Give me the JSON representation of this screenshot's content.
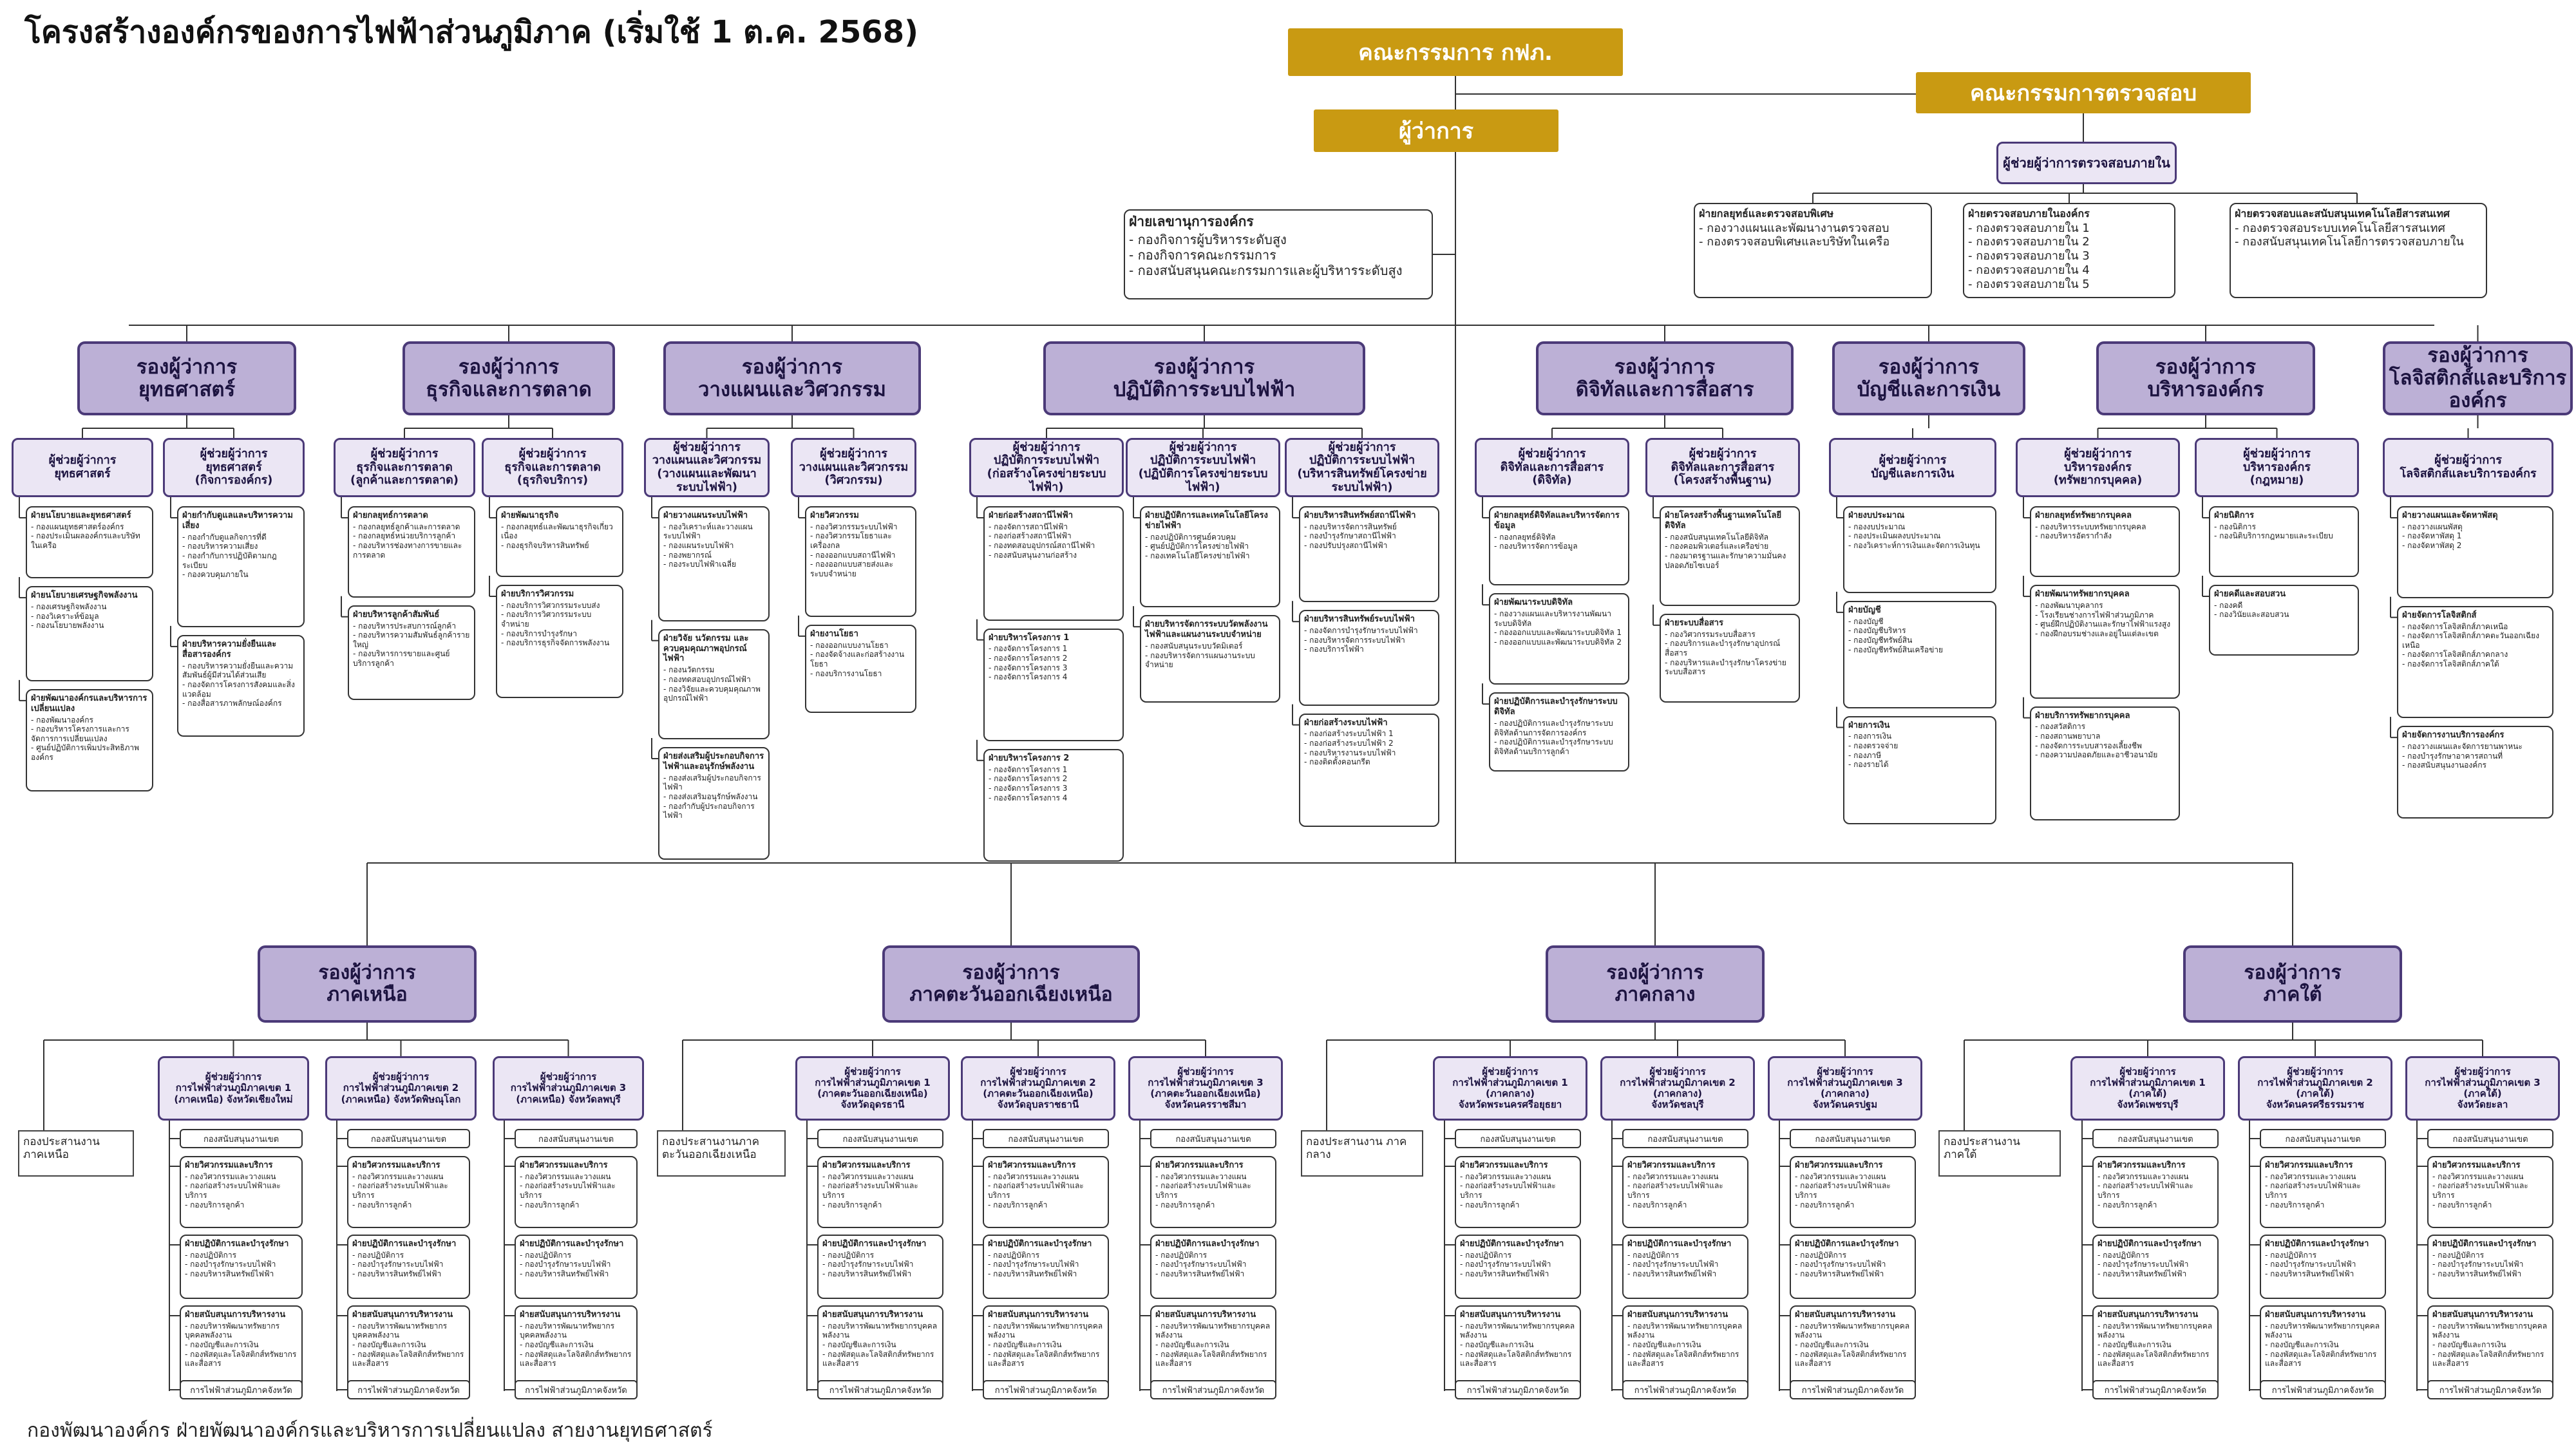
{
  "page": {
    "title": "โครงสร้างองค์กรของการไฟฟ้าส่วนภูมิภาค (เริ่มใช้ 1 ต.ค. 2568)",
    "footer": "กองพัฒนาองค์กร  ฝ่ายพัฒนาองค์กรและบริหารการเปลี่ยนแปลง สายงานยุทธศาสตร์"
  },
  "top": {
    "board": "คณะกรรมการ กฟภ.",
    "audit_committee": "คณะกรรมการตรวจสอบ",
    "governor": "ผู้ว่าการ",
    "internal_audit_asst": "ผู้ช่วยผู้ว่าการตรวจสอบภายใน",
    "secretary": {
      "title": "ฝ่ายเลขานุการองค์กร",
      "items": [
        "- กองกิจการผู้บริหารระดับสูง",
        "- กองกิจการคณะกรรมการ",
        "- กองสนับสนุนคณะกรรมการและผู้บริหารระดับสูง"
      ]
    },
    "audit_units": [
      {
        "title": "ฝ่ายกลยุทธ์และตรวจสอบพิเศษ",
        "items": [
          "- กองวางแผนและพัฒนางานตรวจสอบ",
          "- กองตรวจสอบพิเศษและบริษัทในเครือ"
        ]
      },
      {
        "title": "ฝ่ายตรวจสอบภายในองค์กร",
        "items": [
          "- กองตรวจสอบภายใน 1",
          "- กองตรวจสอบภายใน 2",
          "- กองตรวจสอบภายใน 3",
          "- กองตรวจสอบภายใน 4",
          "- กองตรวจสอบภายใน 5"
        ]
      },
      {
        "title": "ฝ่ายตรวจสอบและสนับสนุนเทคโนโลยีสารสนเทศ",
        "items": [
          "- กองตรวจสอบระบบเทคโนโลยีสารสนเทศ",
          "- กองสนับสนุนเทคโนโลยีการตรวจสอบภายใน"
        ]
      }
    ]
  },
  "divisions": [
    {
      "name": "รองผู้ว่าการ\nยุทธศาสตร์",
      "assistants": [
        {
          "name": "ผู้ช่วยผู้ว่าการ\nยุทธศาสตร์",
          "units": [
            {
              "title": "ฝ่ายนโยบายและยุทธศาสตร์",
              "items": [
                "- กองแผนยุทธศาสตร์องค์กร",
                "- กองประเมินผลองค์กรและบริษัทในเครือ"
              ]
            },
            {
              "title": "ฝ่ายนโยบายเศรษฐกิจพลังงาน",
              "items": [
                "- กองเศรษฐกิจพลังงาน",
                "- กองวิเคราะห์ข้อมูล",
                "- กองนโยบายพลังงาน"
              ]
            },
            {
              "title": "ฝ่ายพัฒนาองค์กรและบริหารการเปลี่ยนแปลง",
              "items": [
                "- กองพัฒนาองค์กร",
                "- กองบริหารโครงการและการจัดการการเปลี่ยนแปลง",
                "- ศูนย์ปฏิบัติการเพิ่มประสิทธิภาพองค์กร"
              ]
            }
          ]
        },
        {
          "name": "ผู้ช่วยผู้ว่าการ\nยุทธศาสตร์\n(กิจการองค์กร)",
          "units": [
            {
              "title": "ฝ่ายกำกับดูแลและบริหารความเสี่ยง",
              "items": [
                "- กองกำกับดูแลกิจการที่ดี",
                "- กองบริหารความเสี่ยง",
                "- กองกำกับการปฏิบัติตามกฎระเบียบ",
                "- กองควบคุมภายใน"
              ]
            },
            {
              "title": "ฝ่ายบริหารความยั่งยืนและสื่อสารองค์กร",
              "items": [
                "- กองบริหารความยั่งยืนและความสัมพันธ์ผู้มีส่วนได้ส่วนเสีย",
                "- กองจัดการโครงการสังคมและสิ่งแวดล้อม",
                "- กองสื่อสารภาพลักษณ์องค์กร"
              ]
            }
          ]
        }
      ]
    },
    {
      "name": "รองผู้ว่าการ\nธุรกิจและการตลาด",
      "assistants": [
        {
          "name": "ผู้ช่วยผู้ว่าการ\nธุรกิจและการตลาด\n(ลูกค้าและการตลาด)",
          "units": [
            {
              "title": "ฝ่ายกลยุทธ์การตลาด",
              "items": [
                "- กองกลยุทธ์ลูกค้าและการตลาด",
                "- กองกลยุทธ์หน่วยบริการลูกค้า",
                "- กองบริหารช่องทางการขายและการตลาด"
              ]
            },
            {
              "title": "ฝ่ายบริหารลูกค้าสัมพันธ์",
              "items": [
                "- กองบริหารประสบการณ์ลูกค้า",
                "- กองบริหารความสัมพันธ์ลูกค้ารายใหญ่",
                "- กองบริหารการขายและศูนย์บริการลูกค้า"
              ]
            }
          ]
        },
        {
          "name": "ผู้ช่วยผู้ว่าการ\nธุรกิจและการตลาด\n(ธุรกิจบริการ)",
          "units": [
            {
              "title": "ฝ่ายพัฒนาธุรกิจ",
              "items": [
                "- กองกลยุทธ์และพัฒนาธุรกิจเกี่ยวเนื่อง",
                "- กองธุรกิจบริหารสินทรัพย์"
              ]
            },
            {
              "title": "ฝ่ายบริการวิศวกรรม",
              "items": [
                "- กองบริการวิศวกรรมระบบส่ง",
                "- กองบริการวิศวกรรมระบบจำหน่าย",
                "- กองบริการบำรุงรักษา",
                "- กองบริการธุรกิจจัดการพลังงาน"
              ]
            }
          ]
        }
      ]
    },
    {
      "name": "รองผู้ว่าการ\nวางแผนและวิศวกรรม",
      "assistants": [
        {
          "name": "ผู้ช่วยผู้ว่าการ\nวางแผนและวิศวกรรม\n(วางแผนและพัฒนาระบบไฟฟ้า)",
          "units": [
            {
              "title": "ฝ่ายวางแผนระบบไฟฟ้า",
              "items": [
                "- กองวิเคราะห์และวางแผนระบบไฟฟ้า",
                "- กองแผนระบบไฟฟ้า",
                "- กองพยากรณ์",
                "- กองระบบไฟฟ้าเฉลี่ย"
              ]
            },
            {
              "title": "ฝ่ายวิจัย นวัตกรรม และควบคุมคุณภาพอุปกรณ์ไฟฟ้า",
              "items": [
                "- กองนวัตกรรม",
                "- กองทดสอบอุปกรณ์ไฟฟ้า",
                "- กองวิจัยและควบคุมคุณภาพอุปกรณ์ไฟฟ้า"
              ]
            },
            {
              "title": "ฝ่ายส่งเสริมผู้ประกอบกิจการไฟฟ้าและอนุรักษ์พลังงาน",
              "items": [
                "- กองส่งเสริมผู้ประกอบกิจการไฟฟ้า",
                "- กองส่งเสริมอนุรักษ์พลังงาน",
                "- กองกำกับผู้ประกอบกิจการไฟฟ้า"
              ]
            }
          ]
        },
        {
          "name": "ผู้ช่วยผู้ว่าการ\nวางแผนและวิศวกรรม\n(วิศวกรรม)",
          "units": [
            {
              "title": "ฝ่ายวิศวกรรม",
              "items": [
                "- กองวิศวกรรมระบบไฟฟ้า",
                "- กองวิศวกรรมโยธาและเครื่องกล",
                "- กองออกแบบสถานีไฟฟ้า",
                "- กองออกแบบสายส่งและระบบจำหน่าย"
              ]
            },
            {
              "title": "ฝ่ายงานโยธา",
              "items": [
                "- กองออกแบบงานโยธา",
                "- กองจัดจ้างและก่อสร้างงานโยธา",
                "- กองบริการงานโยธา"
              ]
            }
          ]
        }
      ]
    },
    {
      "name": "รองผู้ว่าการ\nปฏิบัติการระบบไฟฟ้า",
      "assistants": [
        {
          "name": "ผู้ช่วยผู้ว่าการ\nปฏิบัติการระบบไฟฟ้า\n(ก่อสร้างโครงข่ายระบบไฟฟ้า)",
          "units": [
            {
              "title": "ฝ่ายก่อสร้างสถานีไฟฟ้า",
              "items": [
                "- กองจัดการสถานีไฟฟ้า",
                "- กองก่อสร้างสถานีไฟฟ้า",
                "- กองทดสอบอุปกรณ์สถานีไฟฟ้า",
                "- กองสนับสนุนงานก่อสร้าง"
              ]
            },
            {
              "title": "ฝ่ายบริหารโครงการ 1",
              "items": [
                "- กองจัดการโครงการ 1",
                "- กองจัดการโครงการ 2",
                "- กองจัดการโครงการ 3",
                "- กองจัดการโครงการ 4"
              ]
            },
            {
              "title": "ฝ่ายบริหารโครงการ 2",
              "items": [
                "- กองจัดการโครงการ 1",
                "- กองจัดการโครงการ 2",
                "- กองจัดการโครงการ 3",
                "- กองจัดการโครงการ 4"
              ]
            }
          ]
        },
        {
          "name": "ผู้ช่วยผู้ว่าการ\nปฏิบัติการระบบไฟฟ้า\n(ปฏิบัติการโครงข่ายระบบไฟฟ้า)",
          "units": [
            {
              "title": "ฝ่ายปฏิบัติการและเทคโนโลยีโครงข่ายไฟฟ้า",
              "items": [
                "- กองปฏิบัติการศูนย์ควบคุม",
                "- ศูนย์ปฏิบัติการโครงข่ายไฟฟ้า",
                "- กองเทคโนโลยีโครงข่ายไฟฟ้า"
              ]
            },
            {
              "title": "ฝ่ายบริหารจัดการระบบวัดพลังงานไฟฟ้าและแผนงานระบบจำหน่าย",
              "items": [
                "- กองสนับสนุนระบบวัดมิเตอร์",
                "- กองบริหารจัดการแผนงานระบบจำหน่าย"
              ]
            }
          ]
        },
        {
          "name": "ผู้ช่วยผู้ว่าการ\nปฏิบัติการระบบไฟฟ้า\n(บริหารสินทรัพย์โครงข่ายระบบไฟฟ้า)",
          "units": [
            {
              "title": "ฝ่ายบริหารสินทรัพย์สถานีไฟฟ้า",
              "items": [
                "- กองบริหารจัดการสินทรัพย์",
                "- กองบำรุงรักษาสถานีไฟฟ้า",
                "- กองปรับปรุงสถานีไฟฟ้า"
              ]
            },
            {
              "title": "ฝ่ายบริหารสินทรัพย์ระบบไฟฟ้า",
              "items": [
                "- กองจัดการบำรุงรักษาระบบไฟฟ้า",
                "- กองบริหารจัดการระบบไฟฟ้า",
                "- กองบริการไฟฟ้า"
              ]
            },
            {
              "title": "ฝ่ายก่อสร้างระบบไฟฟ้า",
              "items": [
                "- กองก่อสร้างระบบไฟฟ้า 1",
                "- กองก่อสร้างระบบไฟฟ้า 2",
                "- กองบริหารงานระบบไฟฟ้า",
                "- กองติดตั้งคอนกรีต"
              ]
            }
          ]
        }
      ]
    },
    {
      "name": "รองผู้ว่าการ\nดิจิทัลและการสื่อสาร",
      "assistants": [
        {
          "name": "ผู้ช่วยผู้ว่าการ\nดิจิทัลและการสื่อสาร\n(ดิจิทัล)",
          "units": [
            {
              "title": "ฝ่ายกลยุทธ์ดิจิทัลและบริหารจัดการข้อมูล",
              "items": [
                "- กองกลยุทธ์ดิจิทัล",
                "- กองบริหารจัดการข้อมูล"
              ]
            },
            {
              "title": "ฝ่ายพัฒนาระบบดิจิทัล",
              "items": [
                "- กองวางแผนและบริหารงานพัฒนาระบบดิจิทัล",
                "- กองออกแบบและพัฒนาระบบดิจิทัล 1",
                "- กองออกแบบและพัฒนาระบบดิจิทัล 2"
              ]
            },
            {
              "title": "ฝ่ายปฏิบัติการและบำรุงรักษาระบบดิจิทัล",
              "items": [
                "- กองปฏิบัติการและบำรุงรักษาระบบดิจิทัลด้านการจัดการองค์กร",
                "- กองปฏิบัติการและบำรุงรักษาระบบดิจิทัลด้านบริการลูกค้า"
              ]
            }
          ]
        },
        {
          "name": "ผู้ช่วยผู้ว่าการ\nดิจิทัลและการสื่อสาร\n(โครงสร้างพื้นฐาน)",
          "units": [
            {
              "title": "ฝ่ายโครงสร้างพื้นฐานเทคโนโลยีดิจิทัล",
              "items": [
                "- กองสนับสนุนเทคโนโลยีดิจิทัล",
                "- กองคอมพิวเตอร์และเครือข่าย",
                "- กองมาตรฐานและรักษาความมั่นคงปลอดภัยไซเบอร์"
              ]
            },
            {
              "title": "ฝ่ายระบบสื่อสาร",
              "items": [
                "- กองวิศวกรรมระบบสื่อสาร",
                "- กองบริการและบำรุงรักษาอุปกรณ์สื่อสาร",
                "- กองบริหารและบำรุงรักษาโครงข่ายระบบสื่อสาร"
              ]
            }
          ]
        }
      ]
    },
    {
      "name": "รองผู้ว่าการ\nบัญชีและการเงิน",
      "assistants": [
        {
          "name": "ผู้ช่วยผู้ว่าการ\nบัญชีและการเงิน",
          "units": [
            {
              "title": "ฝ่ายงบประมาณ",
              "items": [
                "- กองงบประมาณ",
                "- กองประเมินผลงบประมาณ",
                "- กองวิเคราะห์การเงินและจัดการเงินทุน"
              ]
            },
            {
              "title": "ฝ่ายบัญชี",
              "items": [
                "- กองบัญชี",
                "- กองบัญชีบริหาร",
                "- กองบัญชีทรัพย์สิน",
                "- กองบัญชีทรัพย์สินเครือข่าย"
              ]
            },
            {
              "title": "ฝ่ายการเงิน",
              "items": [
                "- กองการเงิน",
                "- กองตรวจจ่าย",
                "- กองภาษี",
                "- กองรายได้"
              ]
            }
          ]
        }
      ]
    },
    {
      "name": "รองผู้ว่าการ\nบริหารองค์กร",
      "assistants": [
        {
          "name": "ผู้ช่วยผู้ว่าการ\nบริหารองค์กร\n(ทรัพยากรบุคคล)",
          "units": [
            {
              "title": "ฝ่ายกลยุทธ์ทรัพยากรบุคคล",
              "items": [
                "- กองบริหารระบบทรัพยากรบุคคล",
                "- กองบริหารอัตรากำลัง"
              ]
            },
            {
              "title": "ฝ่ายพัฒนาทรัพยากรบุคคล",
              "items": [
                "- กองพัฒนาบุคลากร",
                "- โรงเรียนช่างการไฟฟ้าส่วนภูมิภาค",
                "- ศูนย์ฝึกปฏิบัติงานและรักษาไฟฟ้าแรงสูง",
                "- กองฝึกอบรมช่างและอยู่ในแต่ละเขต"
              ]
            },
            {
              "title": "ฝ่ายบริการทรัพยากรบุคคล",
              "items": [
                "- กองสวัสดิการ",
                "- กองสถานพยาบาล",
                "- กองจัดการระบบสารองเลี้ยงชีพ",
                "- กองความปลอดภัยและอาชีวอนามัย"
              ]
            }
          ]
        },
        {
          "name": "ผู้ช่วยผู้ว่าการ\nบริหารองค์กร\n(กฎหมาย)",
          "units": [
            {
              "title": "ฝ่ายนิติการ",
              "items": [
                "- กองนิติการ",
                "- กองนิติบริการกฎหมายและระเบียบ"
              ]
            },
            {
              "title": "ฝ่ายคดีและสอบสวน",
              "items": [
                "- กองคดี",
                "- กองวินัยและสอบสวน"
              ]
            }
          ]
        }
      ]
    },
    {
      "name": "รองผู้ว่าการ\nโลจิสติกส์และบริการองค์กร",
      "assistants": [
        {
          "name": "ผู้ช่วยผู้ว่าการ\nโลจิสติกส์และบริการองค์กร",
          "units": [
            {
              "title": "ฝ่ายวางแผนและจัดหาพัสดุ",
              "items": [
                "- กองวางแผนพัสดุ",
                "- กองจัดหาพัสดุ 1",
                "- กองจัดหาพัสดุ 2"
              ]
            },
            {
              "title": "ฝ่ายจัดการโลจิสติกส์",
              "items": [
                "- กองจัดการโลจิสติกส์ภาคเหนือ",
                "- กองจัดการโลจิสติกส์ภาคตะวันออกเฉียงเหนือ",
                "- กองจัดการโลจิสติกส์ภาคกลาง",
                "- กองจัดการโลจิสติกส์ภาคใต้"
              ]
            },
            {
              "title": "ฝ่ายจัดการงานบริการองค์กร",
              "items": [
                "- กองวางแผนและจัดการยานพาหนะ",
                "- กองบำรุงรักษาอาคารสถานที่",
                "- กองสนับสนุนงานองค์กร"
              ]
            }
          ]
        }
      ]
    }
  ],
  "regions": [
    {
      "name": "รองผู้ว่าการ\nภาคเหนือ",
      "coordination": "กองประสานงาน\nภาคเหนือ",
      "areas": [
        "ผู้ช่วยผู้ว่าการ\nการไฟฟ้าส่วนภูมิภาคเขต 1\n(ภาคเหนือ) จังหวัดเชียงใหม่",
        "ผู้ช่วยผู้ว่าการ\nการไฟฟ้าส่วนภูมิภาคเขต 2\n(ภาคเหนือ) จังหวัดพิษณุโลก",
        "ผู้ช่วยผู้ว่าการ\nการไฟฟ้าส่วนภูมิภาคเขต 3\n(ภาคเหนือ) จังหวัดลพบุรี"
      ]
    },
    {
      "name": "รองผู้ว่าการ\nภาคตะวันออกเฉียงเหนือ",
      "coordination": "กองประสานงานภาคตะวันออกเฉียงเหนือ",
      "areas": [
        "ผู้ช่วยผู้ว่าการ\nการไฟฟ้าส่วนภูมิภาคเขต 1\n(ภาคตะวันออกเฉียงเหนือ)\nจังหวัดอุดรธานี",
        "ผู้ช่วยผู้ว่าการ\nการไฟฟ้าส่วนภูมิภาคเขต 2\n(ภาคตะวันออกเฉียงเหนือ)\nจังหวัดอุบลราชธานี",
        "ผู้ช่วยผู้ว่าการ\nการไฟฟ้าส่วนภูมิภาคเขต 3\n(ภาคตะวันออกเฉียงเหนือ)\nจังหวัดนครราชสีมา"
      ]
    },
    {
      "name": "รองผู้ว่าการ\nภาคกลาง",
      "coordination": "กองประสานงาน ภาคกลาง",
      "areas": [
        "ผู้ช่วยผู้ว่าการ\nการไฟฟ้าส่วนภูมิภาคเขต 1\n(ภาคกลาง)\nจังหวัดพระนครศรีอยุธยา",
        "ผู้ช่วยผู้ว่าการ\nการไฟฟ้าส่วนภูมิภาคเขต 2\n(ภาคกลาง)\nจังหวัดชลบุรี",
        "ผู้ช่วยผู้ว่าการ\nการไฟฟ้าส่วนภูมิภาคเขต 3\n(ภาคกลาง)\nจังหวัดนครปฐม"
      ]
    },
    {
      "name": "รองผู้ว่าการ\nภาคใต้",
      "coordination": "กองประสานงาน\nภาคใต้",
      "areas": [
        "ผู้ช่วยผู้ว่าการ\nการไฟฟ้าส่วนภูมิภาคเขต 1\n(ภาคใต้)\nจังหวัดเพชรบุรี",
        "ผู้ช่วยผู้ว่าการ\nการไฟฟ้าส่วนภูมิภาคเขต 2\n(ภาคใต้)\nจังหวัดนครศรีธรรมราช",
        "ผู้ช่วยผู้ว่าการ\nการไฟฟ้าส่วนภูมิภาคเขต 3\n(ภาคใต้)\nจังหวัดยะลา"
      ]
    }
  ],
  "area_template": {
    "support": "กองสนับสนุนงานเขต",
    "units": [
      {
        "title": "ฝ่ายวิศวกรรมและบริการ",
        "items": [
          "- กองวิศวกรรมและวางแผน",
          "- กองก่อสร้างระบบไฟฟ้าและบริการ",
          "- กองบริการลูกค้า"
        ]
      },
      {
        "title": "ฝ่ายปฏิบัติการและบำรุงรักษา",
        "items": [
          "- กองปฏิบัติการ",
          "- กองบำรุงรักษาระบบไฟฟ้า",
          "- กองบริหารสินทรัพย์ไฟฟ้า"
        ]
      },
      {
        "title": "ฝ่ายสนับสนุนการบริหารงาน",
        "items": [
          "- กองบริหารพัฒนาทรัพยากรบุคคลพลังงาน",
          "- กองบัญชีและการเงิน",
          "- กองพัสดุและโลจิสติกส์ทรัพยากรและสื่อสาร"
        ]
      }
    ],
    "provincial": "การไฟฟ้าส่วนภูมิภาคจังหวัด"
  }
}
